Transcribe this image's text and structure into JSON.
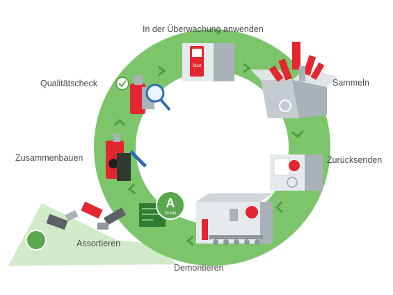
{
  "colors": {
    "ring": "#7cc56b",
    "ring_dark": "#5aa84c",
    "arrow": "#5aa84c",
    "accent_red": "#e3262f",
    "device_gray": "#a9b2b8",
    "box_gray": "#c4ccd1",
    "pcb_green": "#2e7d32",
    "label_text": "#4a4a4a"
  },
  "stages": {
    "apply_in_monitoring": "In der Überwachung anwenden",
    "collect": "Sammeln",
    "return": "Zurücksenden",
    "dismantle": "Demontieren",
    "sort": "Assortieren",
    "assemble": "Zusammenbauen",
    "quality_check": "Qualitätscheck"
  },
  "device": {
    "start_label": "Start"
  },
  "grade": {
    "letter": "A",
    "label": "Grade"
  },
  "icons": [
    "recycle-icon",
    "checkmark-badge-icon",
    "magnifier-icon",
    "screwdriver-icon",
    "brand-logo-icon"
  ]
}
